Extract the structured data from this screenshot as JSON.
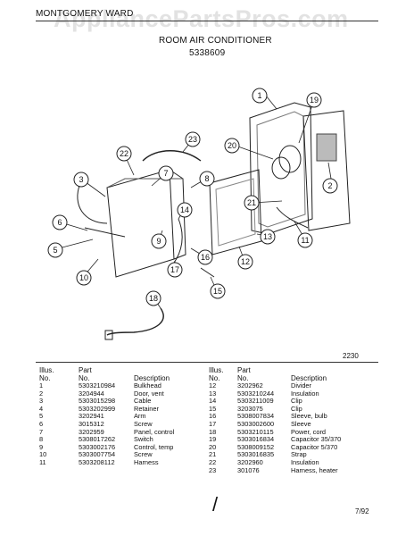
{
  "header": {
    "brand": "MONTGOMERY WARD",
    "product": "ROOM AIR CONDITIONER",
    "model": "5338609",
    "watermark": "AppliancePartsPros.com"
  },
  "diagram": {
    "figure_code": "2230",
    "callouts": [
      "1",
      "2",
      "3",
      "5",
      "6",
      "7",
      "8",
      "9",
      "10",
      "11",
      "12",
      "13",
      "14",
      "15",
      "16",
      "17",
      "18",
      "19",
      "20",
      "21",
      "22",
      "23"
    ]
  },
  "table": {
    "headers": {
      "illus_a": "Illus.",
      "illus_b": "No.",
      "part_a": "Part",
      "part_b": "No.",
      "desc": "Description"
    },
    "left": [
      {
        "no": "1",
        "part": "5303210984",
        "desc": "Bulkhead"
      },
      {
        "no": "2",
        "part": "3204944",
        "desc": "Door, vent"
      },
      {
        "no": "3",
        "part": "5303015298",
        "desc": "Cable"
      },
      {
        "no": "4",
        "part": "5303202999",
        "desc": "Retainer"
      },
      {
        "no": "5",
        "part": "3202941",
        "desc": "Arm"
      },
      {
        "no": "6",
        "part": "3015312",
        "desc": "Screw"
      },
      {
        "no": "7",
        "part": "3202959",
        "desc": "Panel, control"
      },
      {
        "no": "8",
        "part": "5308017262",
        "desc": "Switch"
      },
      {
        "no": "9",
        "part": "5303002176",
        "desc": "Control, temp"
      },
      {
        "no": "10",
        "part": "5303007754",
        "desc": "Screw"
      },
      {
        "no": "11",
        "part": "5303208112",
        "desc": "Harness"
      }
    ],
    "right": [
      {
        "no": "12",
        "part": "3202962",
        "desc": "Divider"
      },
      {
        "no": "13",
        "part": "5303210244",
        "desc": "Insulation"
      },
      {
        "no": "14",
        "part": "5303211009",
        "desc": "Clip"
      },
      {
        "no": "15",
        "part": "3203075",
        "desc": "Clip"
      },
      {
        "no": "16",
        "part": "5308007834",
        "desc": "Sleeve, bulb"
      },
      {
        "no": "17",
        "part": "5303002600",
        "desc": "Sleeve"
      },
      {
        "no": "18",
        "part": "5303210115",
        "desc": "Power, cord"
      },
      {
        "no": "19",
        "part": "5303016834",
        "desc": "Capacitor 35/370"
      },
      {
        "no": "20",
        "part": "5308009152",
        "desc": "Capacitor 5/370"
      },
      {
        "no": "21",
        "part": "5303016835",
        "desc": "Strap"
      },
      {
        "no": "22",
        "part": "3202960",
        "desc": "Insulation"
      },
      {
        "no": "23",
        "part": "301076",
        "desc": "Harness, heater"
      }
    ]
  },
  "footer": {
    "date_code": "7/92"
  }
}
